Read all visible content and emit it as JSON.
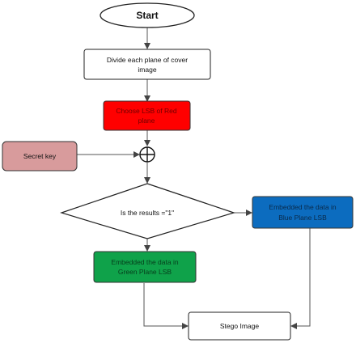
{
  "diagram": {
    "start": "Start",
    "divide": [
      "Divide each plane of cover",
      "image"
    ],
    "choose_lsb": [
      "Choose LSB of Red",
      "plane"
    ],
    "secret_key": "Secret key",
    "decision": "Is the results =\"1\"",
    "blue_embed": [
      "Embedded the data in",
      "Blue Plane LSB"
    ],
    "green_embed": [
      "Embedded the data in",
      "Green Plane LSB"
    ],
    "stego": "Stego Image"
  },
  "colors": {
    "red_box": "#ff0000",
    "secret_box": "#d89b9c",
    "blue_box": "#0c6cbf",
    "green_box": "#0fa24a",
    "stroke": "#222222",
    "arrow": "#444444"
  }
}
